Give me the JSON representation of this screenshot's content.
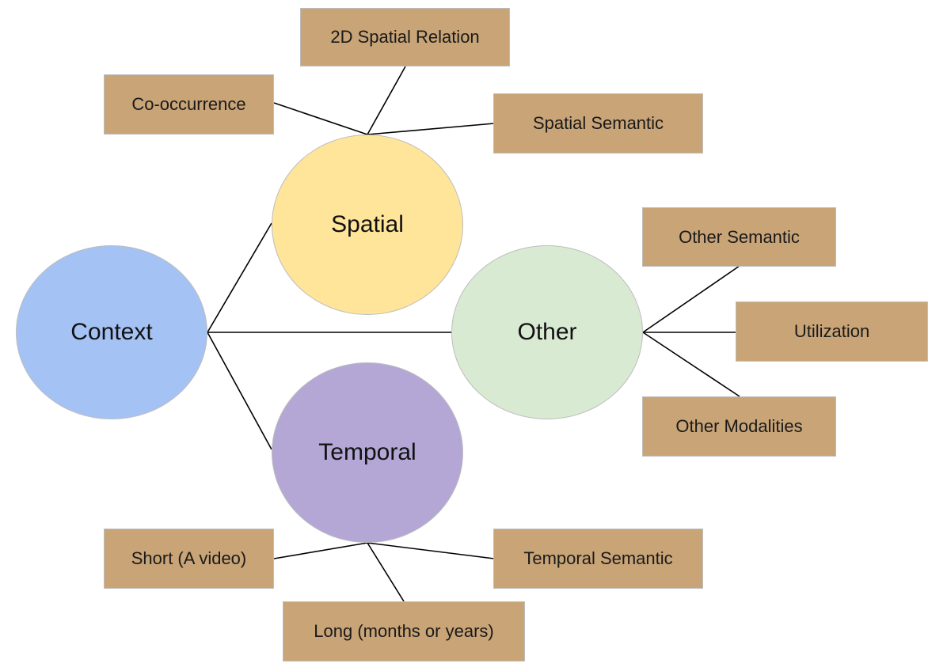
{
  "colors": {
    "context": "#a4c2f4",
    "spatial": "#ffe599",
    "temporal": "#b4a7d6",
    "other": "#d9ead3",
    "leaf_box": "#c8a477",
    "edge": "#000000"
  },
  "nodes": {
    "context": "Context",
    "spatial": "Spatial",
    "temporal": "Temporal",
    "other": "Other"
  },
  "leaves": {
    "spatial_relation_2d": "2D Spatial Relation",
    "co_occurrence": "Co-occurrence",
    "spatial_semantic": "Spatial Semantic",
    "other_semantic": "Other Semantic",
    "utilization": "Utilization",
    "other_modalities": "Other Modalities",
    "short_video": "Short (A video)",
    "temporal_semantic": "Temporal Semantic",
    "long_months_years": "Long (months or years)"
  }
}
